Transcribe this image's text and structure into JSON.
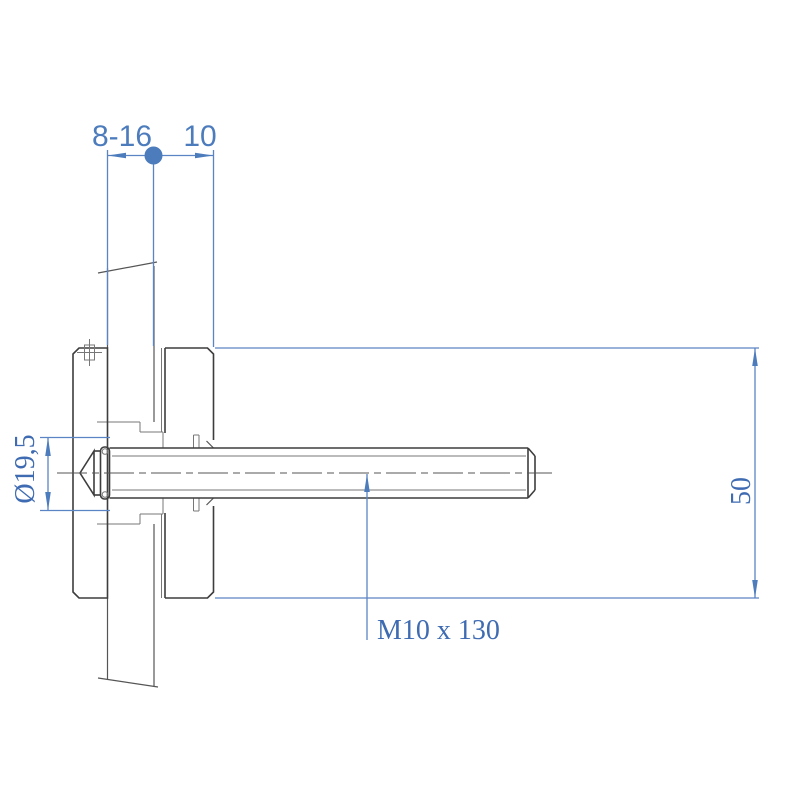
{
  "drawing": {
    "type": "technical-cad-side-view",
    "subject": "countersunk glass point fixing bolt assembly",
    "dimensions": {
      "glass_thickness": "8-16",
      "standoff": "10",
      "hole_diameter": "Ø19,5",
      "disc_diameter": "50",
      "thread_spec": "M10 x 130"
    },
    "colors": {
      "background": "#ffffff",
      "dimension_blue": "#5b84c4",
      "dimension_text_sans": "#4d7cbd",
      "dimension_text_serif": "#3e6bb1",
      "outline_dark": "#3d3d3d",
      "outline_medium": "#555555",
      "outline_thin": "#777777"
    }
  }
}
